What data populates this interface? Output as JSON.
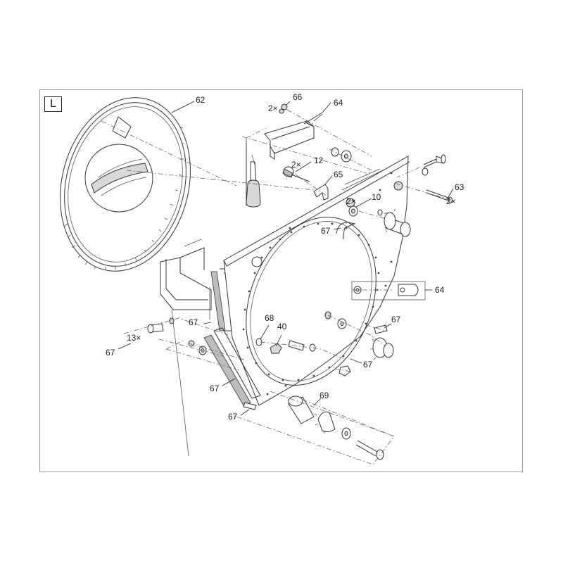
{
  "section_label": "L",
  "callouts": {
    "c62": "62",
    "c66": "66",
    "c66_qty": "2×",
    "c64_top": "64",
    "c12": "12",
    "c12_qty": "2×",
    "c65": "65",
    "c10": "10",
    "c10_qty": "2×",
    "c63": "63",
    "c63_qty": "2×",
    "c67_hook": "67",
    "c64_right": "64",
    "c67_left": "67",
    "c67_left_qty": "13×",
    "c67_left2": "67",
    "c68": "68",
    "c40": "40",
    "c67_right": "67",
    "c67_mid": "67",
    "c67_bar": "67",
    "c69": "69",
    "c67_pin": "67"
  }
}
